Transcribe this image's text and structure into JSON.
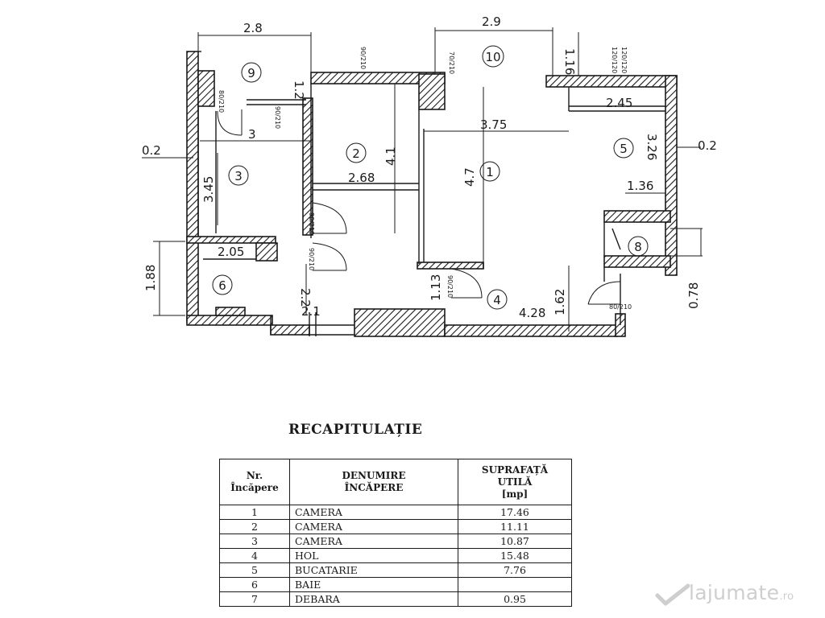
{
  "floor_plan": {
    "dimensions": [
      "2.8",
      "1.2",
      "2.9",
      "1.16",
      "2.45",
      "3.75",
      "3.26",
      "0.2",
      "0.2",
      "3",
      "3.45",
      "2.68",
      "4.1",
      "4.7",
      "1.36",
      "2.05",
      "1.88",
      "2.2",
      "2.1",
      "1.13",
      "4.28",
      "1.62",
      "0.78"
    ],
    "door_labels": [
      "80/210",
      "90/210",
      "90/210",
      "70/210",
      "90/210",
      "80/210",
      "90/210",
      "90/210",
      "120/120",
      "120/120"
    ],
    "room_numbers": [
      "1",
      "2",
      "3",
      "4",
      "5",
      "6",
      "8",
      "9",
      "10"
    ]
  },
  "recap": {
    "title": "RECAPITULAȚIE",
    "headers": {
      "col1_line1": "Nr.",
      "col1_line2": "Încăpere",
      "col2_line1": "DENUMIRE",
      "col2_line2": "ÎNCĂPERE",
      "col3_line1": "SUPRAFAȚĂ",
      "col3_line2": "UTILĂ",
      "col3_line3": "[mp]"
    },
    "rows": [
      {
        "nr": "1",
        "name": "CAMERA",
        "area": "17.46"
      },
      {
        "nr": "2",
        "name": "CAMERA",
        "area": "11.11"
      },
      {
        "nr": "3",
        "name": "CAMERA",
        "area": "10.87"
      },
      {
        "nr": "4",
        "name": "HOL",
        "area": "15.48"
      },
      {
        "nr": "5",
        "name": "BUCATARIE",
        "area": "7.76"
      },
      {
        "nr": "6",
        "name": "BAIE",
        "area": ""
      },
      {
        "nr": "7",
        "name": "DEBARA",
        "area": "0.95"
      }
    ]
  },
  "watermark": {
    "brand": "lajumate",
    "tld": ".ro"
  }
}
